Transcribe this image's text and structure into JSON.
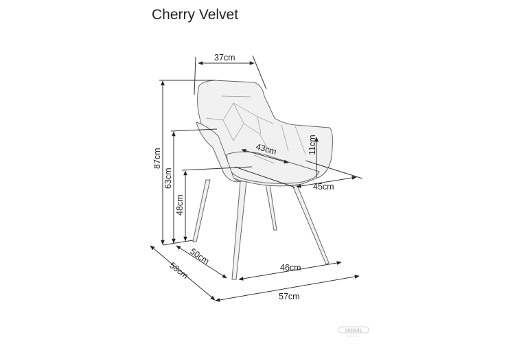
{
  "title": "Cherry Velvet",
  "dimensions": {
    "back_width": "37cm",
    "total_height": "87cm",
    "armrest_height": "63cm",
    "seat_height": "48cm",
    "seat_depth": "43cm",
    "armrest_above_seat": "11cm",
    "seat_width": "45cm",
    "leg_depth": "50cm",
    "total_depth": "58cm",
    "leg_width": "46cm",
    "total_width": "57cm"
  },
  "logo": {
    "brand": "SIGNAL",
    "sub": "MEBLE"
  },
  "colors": {
    "line": "#333333",
    "fill": "#f1f1f1"
  }
}
